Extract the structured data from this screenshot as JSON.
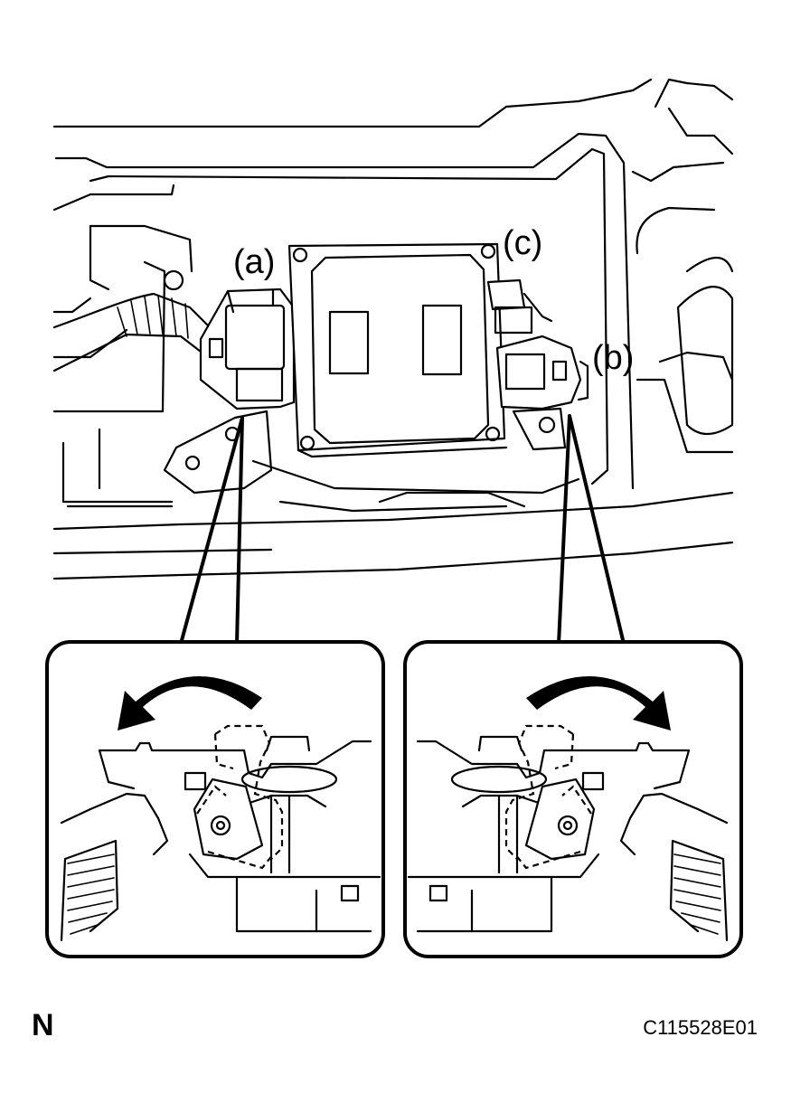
{
  "labels": {
    "callout_a": "(a)",
    "callout_b": "(b)",
    "callout_c": "(c)",
    "direction": "N",
    "figure_code": "C115528E01"
  },
  "icons": {
    "left_arrow": "curved-arrow-counterclockwise-icon",
    "right_arrow": "curved-arrow-clockwise-icon"
  }
}
